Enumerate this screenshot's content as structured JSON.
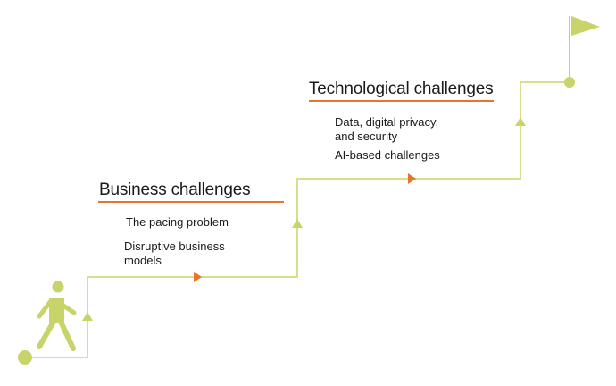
{
  "colors": {
    "path": "#d8de8a",
    "accent_green": "#c8d46a",
    "arrow_orange": "#e8732a",
    "underline_orange": "#e8732a",
    "text": "#1a1a1a"
  },
  "icons": {
    "start": "walking-person-icon",
    "end": "flag-icon",
    "start_node": "circle-node-icon",
    "end_node": "circle-node-icon"
  },
  "stages": [
    {
      "heading": "Business challenges",
      "items": [
        "The pacing problem",
        "Disruptive business",
        "models"
      ]
    },
    {
      "heading": "Technological challenges",
      "items": [
        "Data, digital privacy,",
        "and security",
        "AI-based challenges"
      ]
    }
  ]
}
